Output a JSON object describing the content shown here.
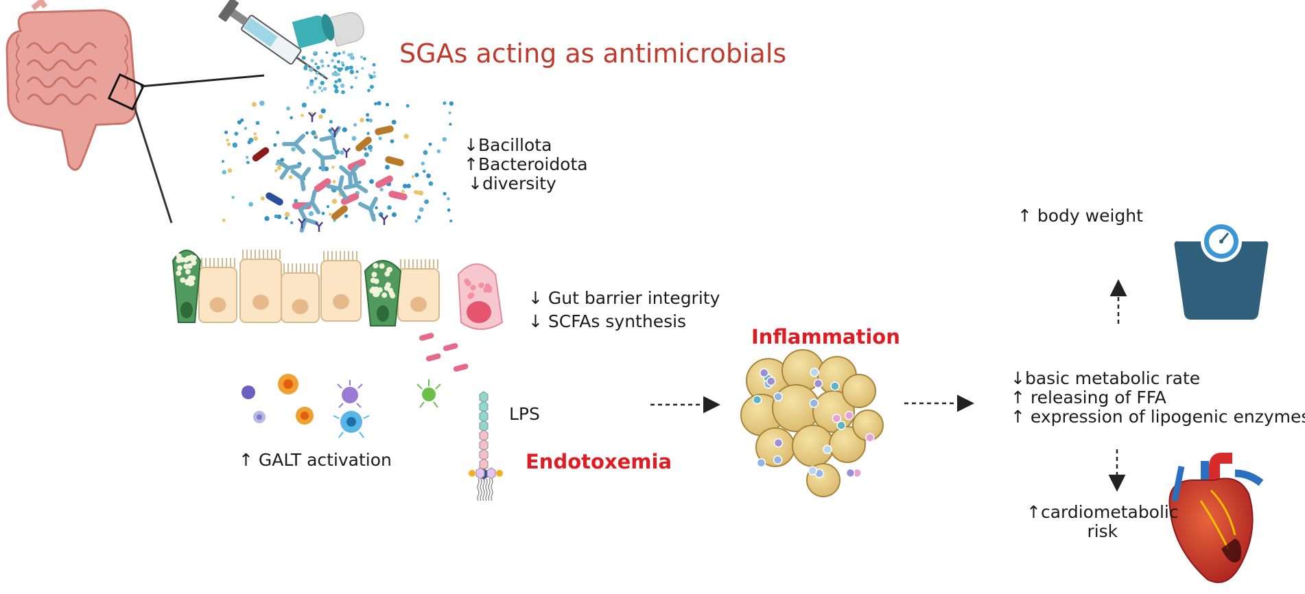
{
  "title": "SGAs acting as antimicrobials",
  "microbiota": [
    "↓Bacillota",
    "↑Bacteroidota",
    "↓diversity"
  ],
  "barrier": [
    "↓ Gut barrier integrity",
    "↓ SCFAs synthesis"
  ],
  "galt": "↑ GALT activation",
  "lps": "LPS",
  "endotoxemia": "Endotoxemia",
  "inflammation": "Inflammation",
  "body_weight": "↑ body weight",
  "metabolic": [
    "↓basic metabolic rate",
    "↑ releasing of FFA",
    "↑ expression of lipogenic enzymes"
  ],
  "cardio": [
    "↑cardiometabolic",
    "risk"
  ],
  "colors": {
    "title": "#c0392b",
    "emphasis": "#e11b22",
    "scale": "#2f5f7a",
    "scale_dial": "#3a96d6",
    "goblet": "#4f9a5c",
    "enterocyte": "#fbe5c4",
    "gut": "#e9a29a"
  },
  "icons": [
    "intestine-icon",
    "syringe-icon",
    "capsule-icon",
    "bacteria-cluster-icon",
    "epithelium-icon",
    "immune-cells-icon",
    "lps-molecule-icon",
    "adipose-tissue-icon",
    "scale-icon",
    "heart-icon"
  ]
}
